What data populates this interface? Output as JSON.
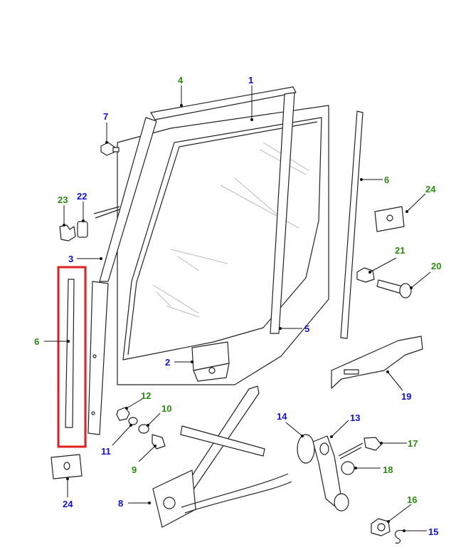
{
  "colors": {
    "callout_blue": "#1010e0",
    "callout_green": "#2a8a10",
    "highlight": "#e02020"
  },
  "highlighted_part": "6",
  "callouts": {
    "c1": {
      "text": "1",
      "color": "blue"
    },
    "c2": {
      "text": "2",
      "color": "blue"
    },
    "c3": {
      "text": "3",
      "color": "blue"
    },
    "c4": {
      "text": "4",
      "color": "green"
    },
    "c5": {
      "text": "5",
      "color": "blue"
    },
    "c6a": {
      "text": "6",
      "color": "green"
    },
    "c6b": {
      "text": "6",
      "color": "green"
    },
    "c7": {
      "text": "7",
      "color": "blue"
    },
    "c8": {
      "text": "8",
      "color": "blue"
    },
    "c9": {
      "text": "9",
      "color": "green"
    },
    "c10": {
      "text": "10",
      "color": "green"
    },
    "c11": {
      "text": "11",
      "color": "blue"
    },
    "c12": {
      "text": "12",
      "color": "green"
    },
    "c13": {
      "text": "13",
      "color": "blue"
    },
    "c14": {
      "text": "14",
      "color": "blue"
    },
    "c15": {
      "text": "15",
      "color": "blue"
    },
    "c16": {
      "text": "16",
      "color": "green"
    },
    "c17": {
      "text": "17",
      "color": "green"
    },
    "c18": {
      "text": "18",
      "color": "green"
    },
    "c19": {
      "text": "19",
      "color": "blue"
    },
    "c20": {
      "text": "20",
      "color": "green"
    },
    "c21": {
      "text": "21",
      "color": "green"
    },
    "c22": {
      "text": "22",
      "color": "blue"
    },
    "c23": {
      "text": "23",
      "color": "green"
    },
    "c24a": {
      "text": "24",
      "color": "green"
    },
    "c24b": {
      "text": "24",
      "color": "blue"
    }
  }
}
